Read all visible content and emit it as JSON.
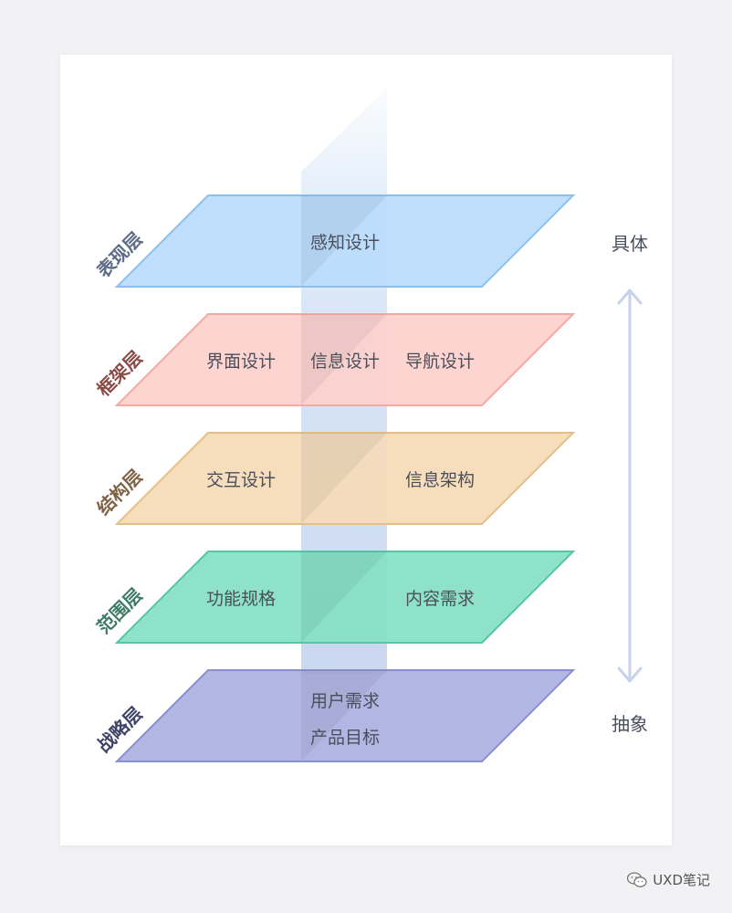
{
  "layers": [
    {
      "key": "presentation",
      "name": "表现层",
      "name_color": "#5d6b85",
      "fill": "#b9dbfb",
      "stroke": "#8ec0ee",
      "texts": [
        "感知设计"
      ]
    },
    {
      "key": "skeleton",
      "name": "框架层",
      "name_color": "#8a4a46",
      "fill": "#fdd0cc",
      "stroke": "#f3aaa3",
      "texts": [
        "界面设计",
        "信息设计",
        "导航设计"
      ]
    },
    {
      "key": "structure",
      "name": "结构层",
      "name_color": "#7d6344",
      "fill": "#f5dbb7",
      "stroke": "#e7be88",
      "texts": [
        "交互设计",
        "信息架构"
      ]
    },
    {
      "key": "scope",
      "name": "范围层",
      "name_color": "#3f7a64",
      "fill": "#84dfc3",
      "stroke": "#56c7a3",
      "texts": [
        "功能规格",
        "内容需求"
      ]
    },
    {
      "key": "strategy",
      "name": "战略层",
      "name_color": "#3f4466",
      "fill": "#abb0df",
      "stroke": "#8a90cf",
      "texts": [
        "用户需求",
        "产品目标"
      ]
    }
  ],
  "axis": {
    "top_label": "具体",
    "bottom_label": "抽象",
    "arrow_color": "#c8d2ea"
  },
  "watermark": {
    "text": "UXD笔记",
    "icon": "wechat-icon"
  }
}
